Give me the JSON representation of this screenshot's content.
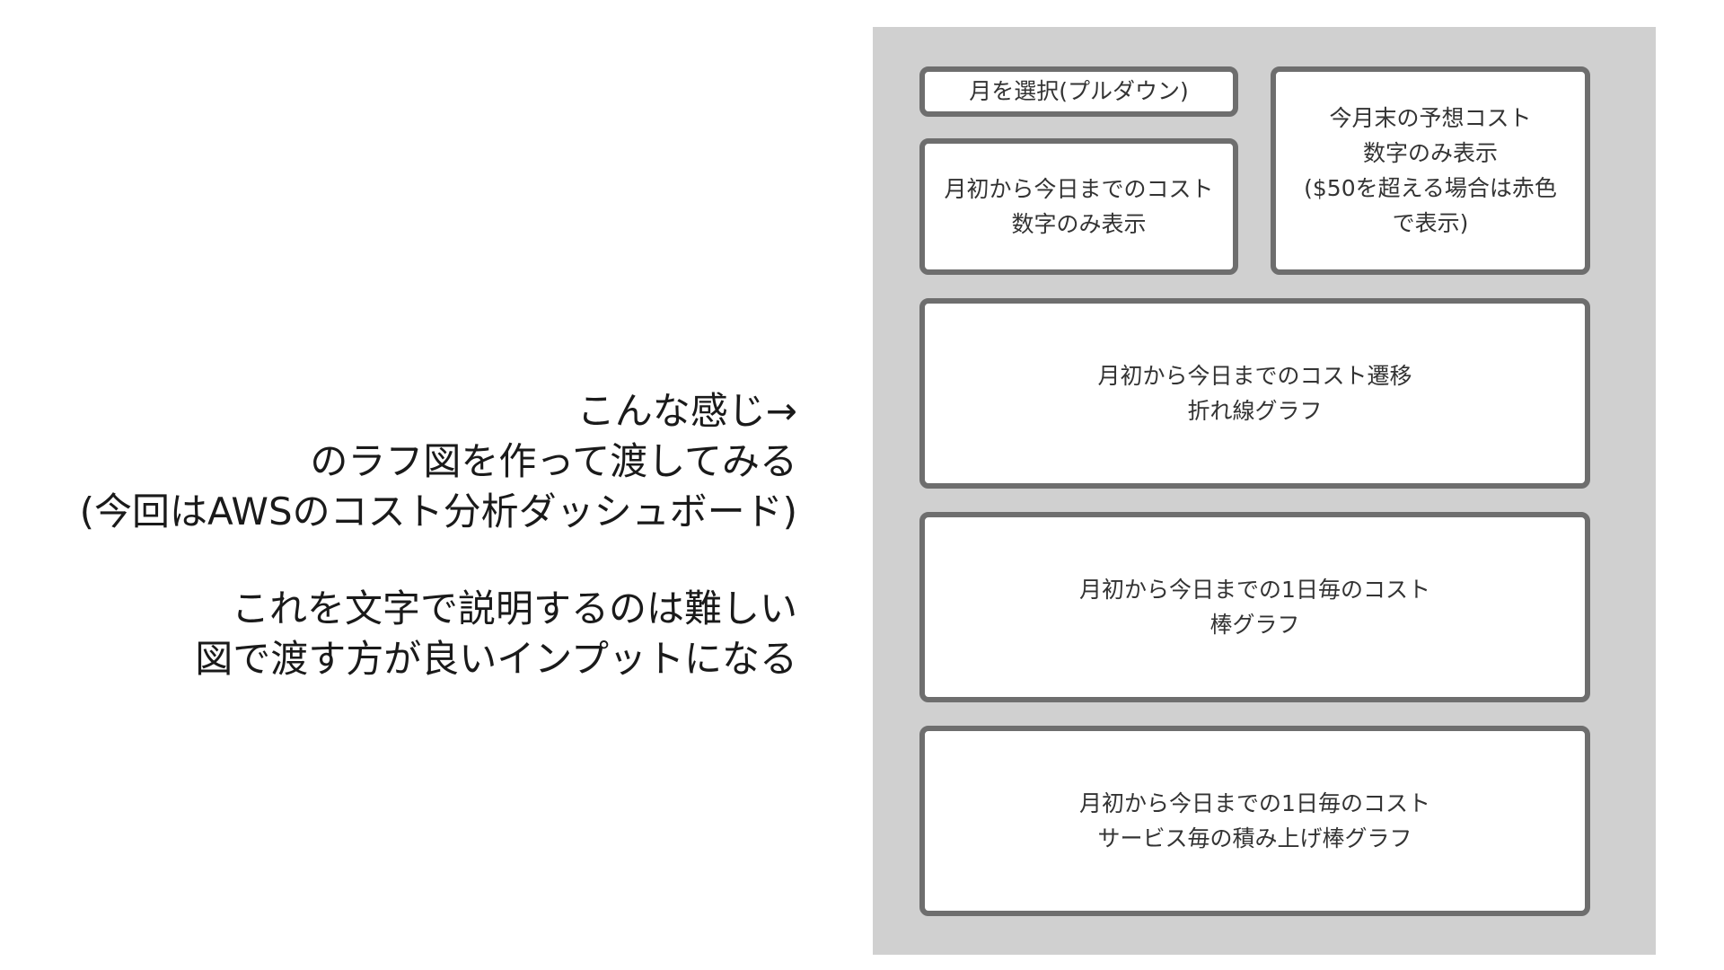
{
  "intro": {
    "lines": [
      "こんな感じ→",
      "のラフ図を作って渡してみる",
      "(今回はAWSのコスト分析ダッシュボード)"
    ]
  },
  "note": {
    "lines": [
      "これを文字で説明するのは難しい",
      "図で渡す方が良いインプットになる"
    ]
  },
  "mockup": {
    "month_select": {
      "label": "月を選択(プルダウン)"
    },
    "mtd_cost": {
      "lines": [
        "月初から今日までのコスト",
        "数字のみ表示"
      ]
    },
    "forecast_cost": {
      "lines": [
        "今月末の予想コスト",
        "数字のみ表示",
        "($50を超える場合は赤色",
        "で表示)"
      ]
    },
    "trend_line": {
      "lines": [
        "月初から今日までのコスト遷移",
        "折れ線グラフ"
      ]
    },
    "daily_bar": {
      "lines": [
        "月初から今日までの1日毎のコスト",
        "棒グラフ"
      ]
    },
    "service_stacked": {
      "lines": [
        "月初から今日までの1日毎のコスト",
        "サービス毎の積み上げ棒グラフ"
      ]
    }
  }
}
